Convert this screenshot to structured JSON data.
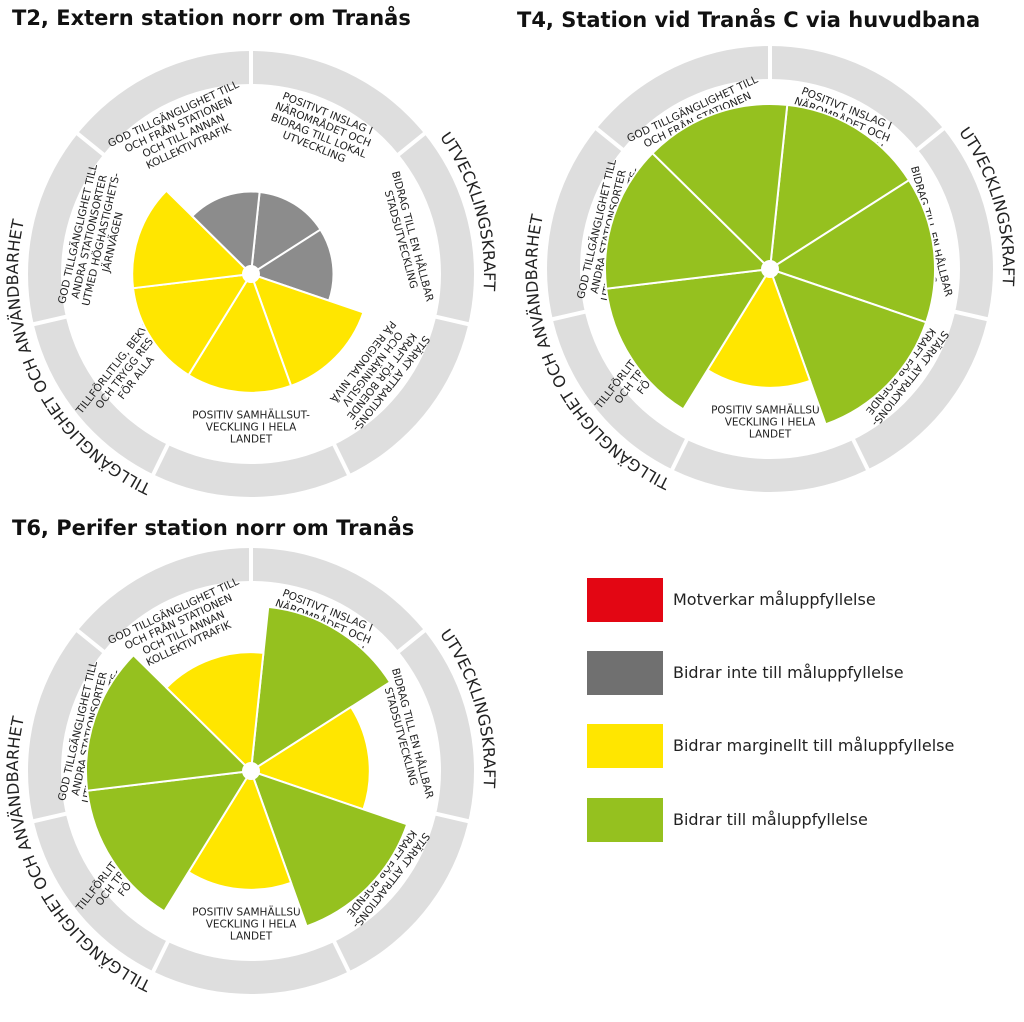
{
  "colors": {
    "red": "#e30613",
    "gray": "#8c8c8c",
    "yellow": "#ffe600",
    "green": "#95c11f",
    "ring": "#dedede"
  },
  "ring_labels": {
    "left": "TILLGÄNGLIGHET OCH ANVÄNDBARHET",
    "right": "UTVECKLINGSKRAFT"
  },
  "criteria": [
    [
      "POSITIVT INSLAG I",
      "NÄROMRÅDET OCH",
      "BIDRAG TILL LOKAL",
      "UTVECKLING"
    ],
    [
      "BIDRAG TILL EN HÅLLBAR",
      "STADSUTVECKLING"
    ],
    [
      "STÄRKT ATTRAKTIONS-",
      "KRAFT FÖR BOENDE",
      "OCH NÄRINGSLIV",
      "PÅ REGIONAL NIVÅ"
    ],
    [
      "POSITIV SAMHÄLLSUT-",
      "VECKLING I HELA",
      "LANDET"
    ],
    [
      "TILLFÖRLITLIG, BEKVÄM",
      "OCH TRYGG RESA",
      "FÖR ALLA"
    ],
    [
      "GOD TILLGÄNGLIGHET TILL",
      "ANDRA STATIONSORTER",
      "UTMED HÖGHASTIGHETS-",
      "JÄRNVÄGEN"
    ],
    [
      "GOD TILLGÄNGLIGHET TILL",
      "OCH FRÅN STATIONEN",
      "OCH TILL ANNAN",
      "KOLLEKTIVTRAFIK"
    ]
  ],
  "legend": [
    {
      "label": "Motverkar måluppfyllelse",
      "level": 0
    },
    {
      "label": "Bidrar inte till måluppfyllelse",
      "level": 1
    },
    {
      "label": "Bidrar marginellt till måluppfyllelse",
      "level": 2
    },
    {
      "label": "Bidrar till måluppfyllelse",
      "level": 3
    }
  ],
  "chart_data": [
    {
      "type": "radial-bar",
      "title": "T2, Extern station norr om Tranås",
      "categories": [
        "Positivt inslag i närområdet och bidrag till lokal utveckling",
        "Bidrag till en hållbar stadsutveckling",
        "Stärkt attraktionskraft för boende och näringsliv på regional nivå",
        "Positiv samhällsutveckling i hela landet",
        "Tillförlitlig, bekväm och trygg resa för alla",
        "God tillgänglighet till andra stationsorter utmed höghastighetsjärnvägen",
        "God tillgänglighet till och från stationen och till annan kollektivtrafik"
      ],
      "values": [
        1,
        1,
        2,
        2,
        2,
        2,
        1
      ],
      "ylim": [
        0,
        3
      ]
    },
    {
      "type": "radial-bar",
      "title": "T4, Station vid Tranås C via huvudbana",
      "categories": [
        "Positivt inslag i närområdet och bidrag till lokal utveckling",
        "Bidrag till en hållbar stadsutveckling",
        "Stärkt attraktionskraft för boende och näringsliv på regional nivå",
        "Positiv samhällsutveckling i hela landet",
        "Tillförlitlig, bekväm och trygg resa för alla",
        "God tillgänglighet till andra stationsorter utmed höghastighetsjärnvägen",
        "God tillgänglighet till och från stationen och till annan kollektivtrafik"
      ],
      "values": [
        3,
        3,
        3,
        2,
        3,
        3,
        3
      ],
      "ylim": [
        0,
        3
      ]
    },
    {
      "type": "radial-bar",
      "title": "T6, Perifer station norr om Tranås",
      "categories": [
        "Positivt inslag i närområdet och bidrag till lokal utveckling",
        "Bidrag till en hållbar stadsutveckling",
        "Stärkt attraktionskraft för boende och näringsliv på regional nivå",
        "Positiv samhällsutveckling i hela landet",
        "Tillförlitlig, bekväm och trygg resa för alla",
        "God tillgänglighet till andra stationsorter utmed höghastighetsjärnvägen",
        "God tillgänglighet till och från stationen och till annan kollektivtrafik"
      ],
      "values": [
        3,
        2,
        3,
        2,
        3,
        3,
        2
      ],
      "ylim": [
        0,
        3
      ]
    }
  ]
}
